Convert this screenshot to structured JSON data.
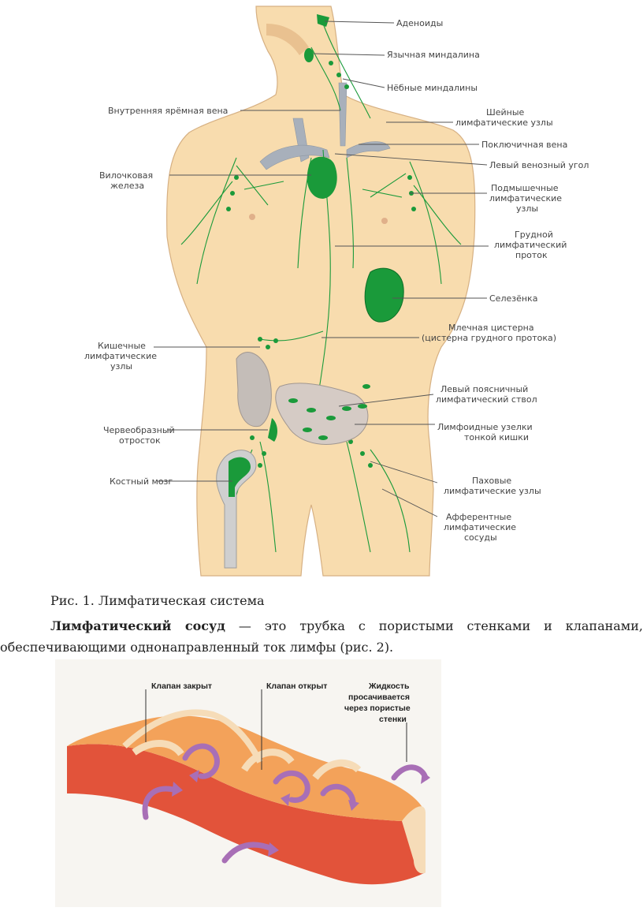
{
  "figure1": {
    "labels": {
      "adenoids": "Аденоиды",
      "lingual_tonsil": "Язычная миндалина",
      "palatine_tonsils": "Нёбные миндалины",
      "internal_jugular": "Внутренняя ярёмная вена",
      "cervical_1": "Шейные",
      "cervical_2": "лимфатические узлы",
      "subclavian": "Поключичная вена",
      "venous_angle": "Левый венозный угол",
      "thymus_1": "Вилочковая",
      "thymus_2": "железа",
      "axillary_1": "Подмышечные",
      "axillary_2": "лимфатические",
      "axillary_3": "узлы",
      "thoracic_1": "Грудной",
      "thoracic_2": "лимфатический",
      "thoracic_3": "проток",
      "spleen": "Селезёнка",
      "cisterna_1": "Млечная цистерна",
      "cisterna_2": "(цистерна грудного протока)",
      "intestinal_1": "Кишечные",
      "intestinal_2": "лимфатические",
      "intestinal_3": "узлы",
      "lumbar_1": "Левый поясничный",
      "lumbar_2": "лимфатический ствол",
      "appendix_1": "Червеобразный",
      "appendix_2": "отросток",
      "peyer_1": "Лимфоидные узелки",
      "peyer_2": "тонкой кишки",
      "marrow": "Костный мозг",
      "inguinal_1": "Паховые",
      "inguinal_2": "лимфатические узлы",
      "afferent_1": "Афферентные",
      "afferent_2": "лимфатические",
      "afferent_3": "сосуды"
    },
    "caption": "Рис. 1. Лимфатическая система"
  },
  "paragraph": {
    "term": "Лимфатический сосуд",
    "line1_rest": " — это трубка с пористыми стенками и клапанами,",
    "line2": "обеспечивающими однонаправленный ток лимфы (рис. 2)."
  },
  "figure2": {
    "valve_closed": "Клапан закрыт",
    "valve_open": "Клапан открыт",
    "fluid_1": "Жидкость",
    "fluid_2": "просачивается",
    "fluid_3": "через пористые",
    "fluid_4": "стенки"
  },
  "colors": {
    "skin": "#f8dcae",
    "lymph_green": "#1a9a3a",
    "vein_grey": "#a8b0bb",
    "vessel_red": "#e2533a",
    "arrow_purple": "#a86fb6"
  }
}
